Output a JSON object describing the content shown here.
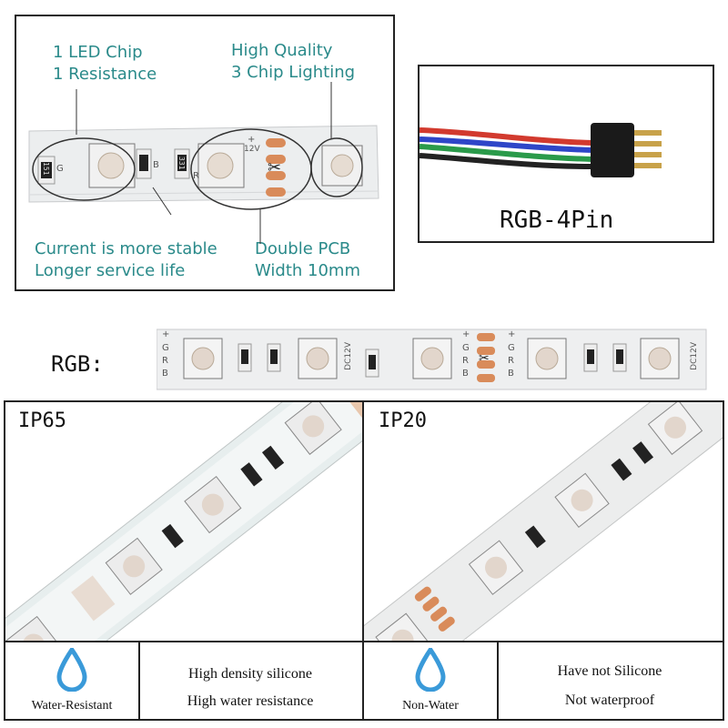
{
  "top_left": {
    "label1_line1": "1 LED Chip",
    "label1_line2": "1 Resistance",
    "label2_line1": "High Quality",
    "label2_line2": "3 Chip Lighting",
    "label3_line1": "Current is more stable",
    "label3_line2": "Longer service life",
    "label4_line1": "Double PCB",
    "label4_line2": "Width 10mm",
    "strip_marks": {
      "g": "G",
      "r": "R",
      "b": "B",
      "plus": "+",
      "v12": "12V",
      "res": "151",
      "res2": "331"
    }
  },
  "connector": {
    "caption": "RGB-4Pin"
  },
  "rgb_strip": {
    "label": "RGB:",
    "dc": "DC12V",
    "pads": [
      "G",
      "R",
      "B"
    ],
    "plus": "+"
  },
  "panels": {
    "left": {
      "title": "IP65",
      "icon_label": "Water-Resistant",
      "line1": "High density silicone",
      "line2": "High water resistance"
    },
    "right": {
      "title": "IP20",
      "icon_label": "Non-Water",
      "line1": "Have not Silicone",
      "line2": "Not waterproof"
    }
  },
  "colors": {
    "teal": "#2a8a8a",
    "drop": "#3a9ad9",
    "copper": "#d98b5a"
  },
  "icons": [
    "water-drop-icon",
    "scissors-icon"
  ]
}
